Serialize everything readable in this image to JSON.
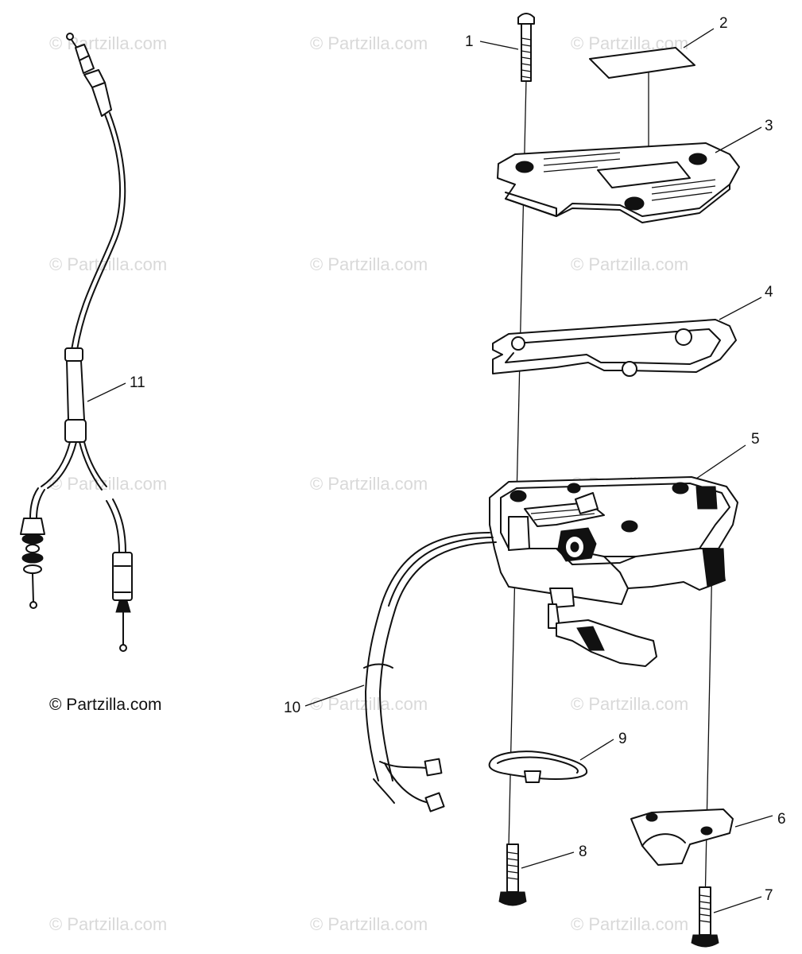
{
  "watermark": "© Partzilla.com",
  "copyright": "© Partzilla.com",
  "callouts": [
    "1",
    "2",
    "3",
    "4",
    "5",
    "6",
    "7",
    "8",
    "9",
    "10",
    "11"
  ]
}
